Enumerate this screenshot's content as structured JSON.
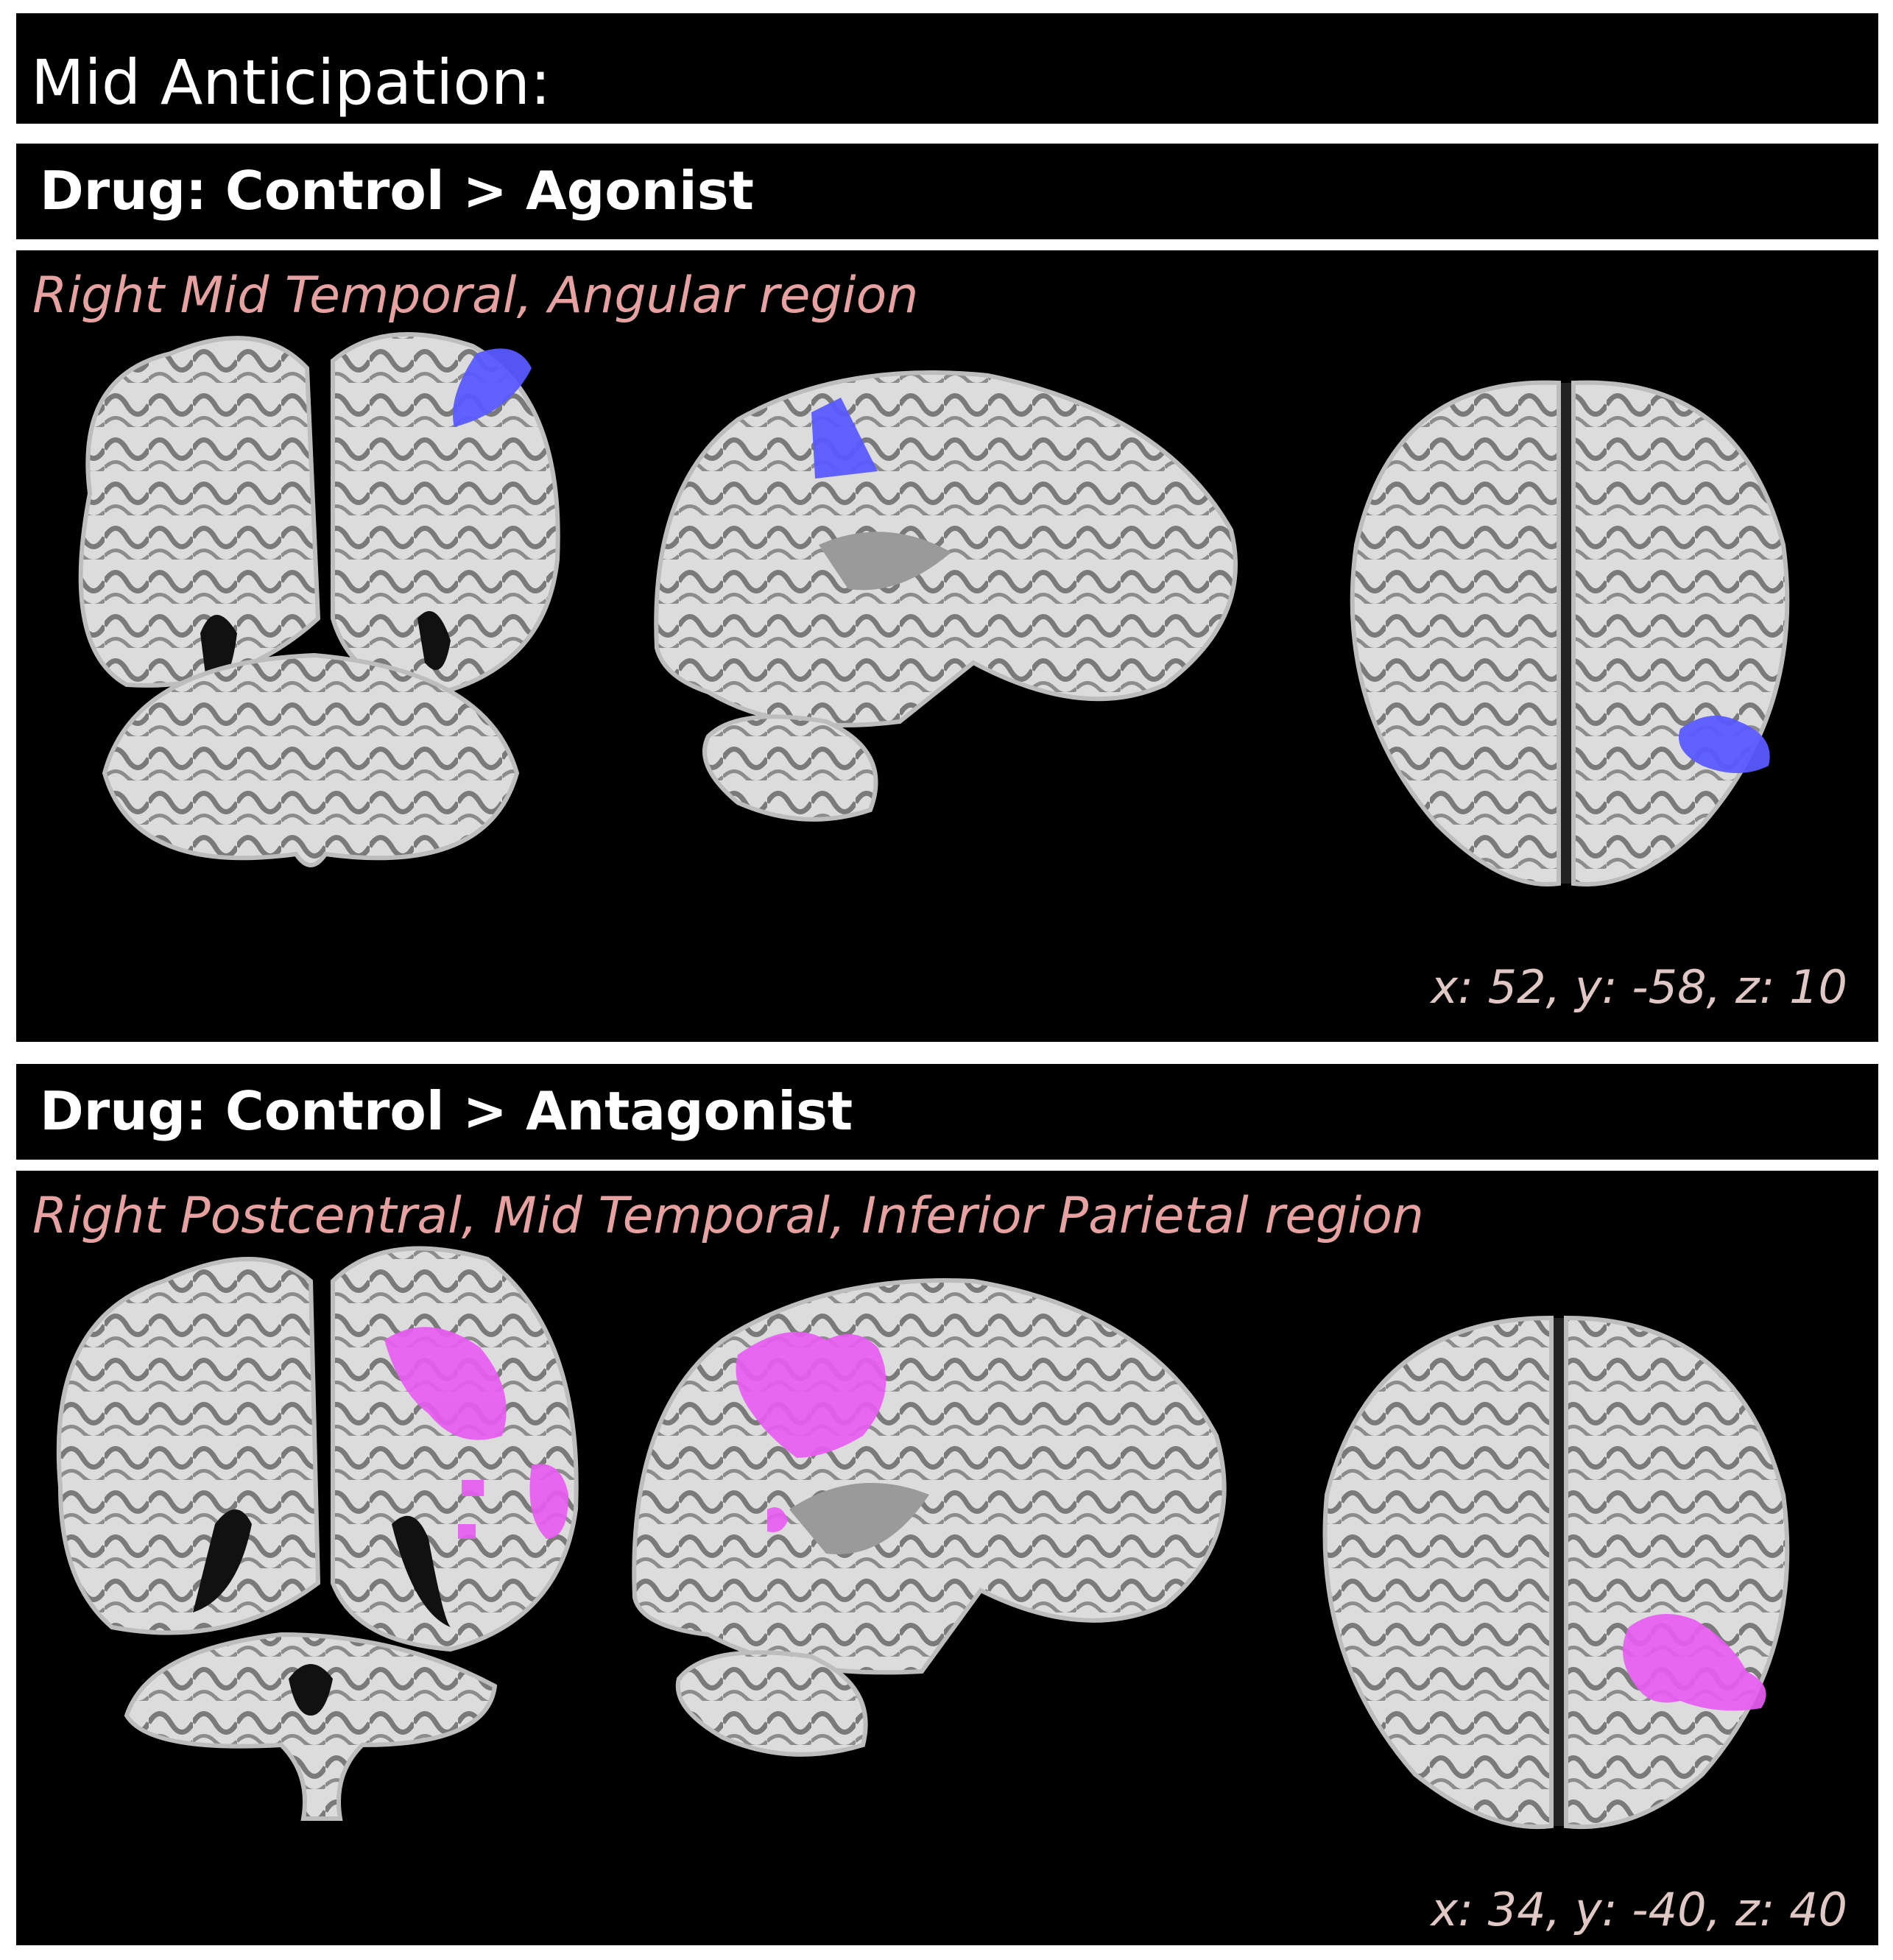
{
  "title": "Mid Anticipation:",
  "sections": [
    {
      "heading": "Drug: Control > Agonist",
      "region": "Right Mid Temporal, Angular region",
      "coords": "x: 52, y: -58, z: 10",
      "overlay_color": "#5a5aff"
    },
    {
      "heading": "Drug: Control > Antagonist",
      "region": "Right Postcentral, Mid Temporal, Inferior Parietal region",
      "coords": "x: 34, y: -40, z: 40",
      "overlay_color": "#e85cf2"
    }
  ],
  "views": [
    "coronal",
    "sagittal",
    "axial"
  ]
}
